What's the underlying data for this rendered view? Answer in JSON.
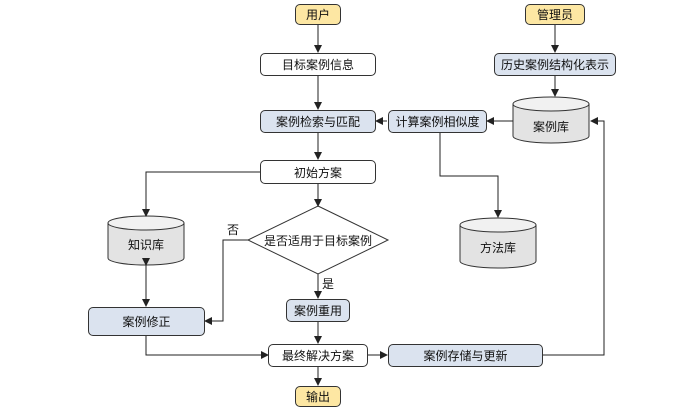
{
  "nodes": {
    "user": "用户",
    "admin": "管理员",
    "target_case_info": "目标案例信息",
    "history_structure": "历史案例结构化表示",
    "case_retrieve_match": "案例检索与匹配",
    "compute_similarity": "计算案例相似度",
    "case_library": "案例库",
    "initial_plan": "初始方案",
    "knowledge_base": "知识库",
    "decision": "是否适用于目标案例",
    "method_library": "方法库",
    "case_reuse": "案例重用",
    "case_revise": "案例修正",
    "final_plan": "最终解决方案",
    "case_store_update": "案例存储与更新",
    "output": "输出"
  },
  "edge_labels": {
    "no": "否",
    "yes": "是"
  },
  "colors": {
    "terminal_fill": "#fde7a3",
    "process_fill": "#dbe3ef",
    "database_fill": "#e3e3e3",
    "line": "#222222"
  }
}
